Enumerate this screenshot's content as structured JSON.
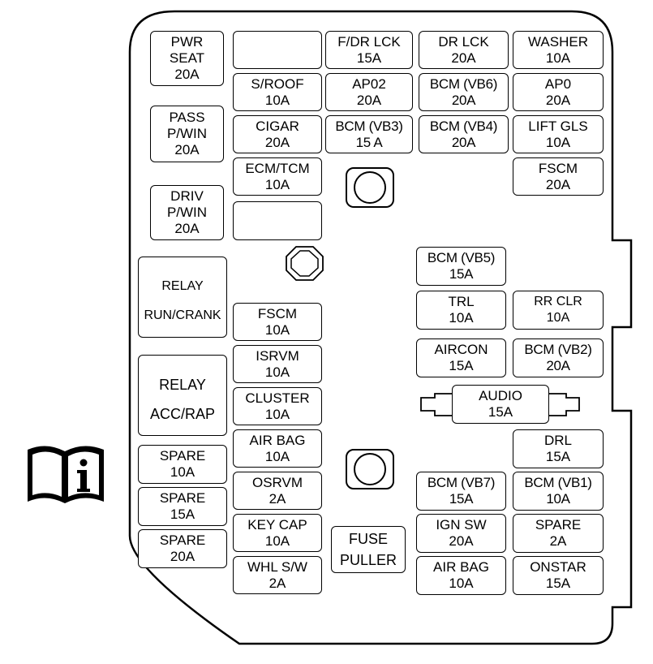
{
  "fuse_box": {
    "fuses": [
      {
        "id": "pwr-seat",
        "label": "PWR\nSEAT\n20A"
      },
      {
        "id": "blank-1",
        "label": ""
      },
      {
        "id": "f-dr-lck",
        "label": "F/DR LCK\n15A"
      },
      {
        "id": "dr-lck",
        "label": "DR LCK\n20A"
      },
      {
        "id": "washer",
        "label": "WASHER\n10A"
      },
      {
        "id": "s-roof",
        "label": "S/ROOF\n10A"
      },
      {
        "id": "ap02",
        "label": "AP02\n20A"
      },
      {
        "id": "bcm-vb6",
        "label": "BCM (VB6)\n20A"
      },
      {
        "id": "ap0",
        "label": "AP0\n20A"
      },
      {
        "id": "pass-p-win",
        "label": "PASS\nP/WIN\n20A"
      },
      {
        "id": "cigar",
        "label": "CIGAR\n20A"
      },
      {
        "id": "bcm-vb3",
        "label": "BCM (VB3)\n15 A"
      },
      {
        "id": "bcm-vb4",
        "label": "BCM (VB4)\n20A"
      },
      {
        "id": "lift-gls",
        "label": "LIFT GLS\n10A"
      },
      {
        "id": "ecm-tcm",
        "label": "ECM/TCM\n10A"
      },
      {
        "id": "fscm-top",
        "label": "FSCM\n20A"
      },
      {
        "id": "driv-p-win",
        "label": "DRIV\nP/WIN\n20A"
      },
      {
        "id": "blank-2",
        "label": ""
      },
      {
        "id": "bcm-vb5",
        "label": "BCM (VB5)\n15A"
      },
      {
        "id": "relay-run-crank",
        "label": "RELAY\nRUN/CRANK"
      },
      {
        "id": "fscm-mid",
        "label": "FSCM\n10A"
      },
      {
        "id": "trl",
        "label": "TRL\n10A"
      },
      {
        "id": "rr-clr",
        "label": "RR CLR\n10A"
      },
      {
        "id": "isrvm",
        "label": "ISRVM\n10A"
      },
      {
        "id": "aircon",
        "label": "AIRCON\n15A"
      },
      {
        "id": "bcm-vb2",
        "label": "BCM (VB2)\n20A"
      },
      {
        "id": "relay-acc-rap",
        "label": "RELAY\nACC/RAP"
      },
      {
        "id": "cluster",
        "label": "CLUSTER\n10A"
      },
      {
        "id": "audio",
        "label": "AUDIO\n15A"
      },
      {
        "id": "air-bag-1",
        "label": "AIR BAG\n10A"
      },
      {
        "id": "drl",
        "label": "DRL\n15A"
      },
      {
        "id": "spare-10a",
        "label": "SPARE\n10A"
      },
      {
        "id": "osrvm",
        "label": "OSRVM\n2A"
      },
      {
        "id": "bcm-vb7",
        "label": "BCM (VB7)\n15A"
      },
      {
        "id": "bcm-vb1",
        "label": "BCM (VB1)\n10A"
      },
      {
        "id": "spare-15a",
        "label": "SPARE\n15A"
      },
      {
        "id": "key-cap",
        "label": "KEY CAP\n10A"
      },
      {
        "id": "ign-sw",
        "label": "IGN SW\n20A"
      },
      {
        "id": "spare-2a",
        "label": "SPARE\n2A"
      },
      {
        "id": "spare-20a",
        "label": "SPARE\n20A"
      },
      {
        "id": "fuse-puller",
        "label": "FUSE\nPULLER"
      },
      {
        "id": "whl-s-w",
        "label": "WHL S/W\n2A"
      },
      {
        "id": "air-bag-2",
        "label": "AIR BAG\n10A"
      },
      {
        "id": "onstar",
        "label": "ONSTAR\n15A"
      }
    ]
  },
  "icons": {
    "manual": "owner-manual-info-icon"
  }
}
